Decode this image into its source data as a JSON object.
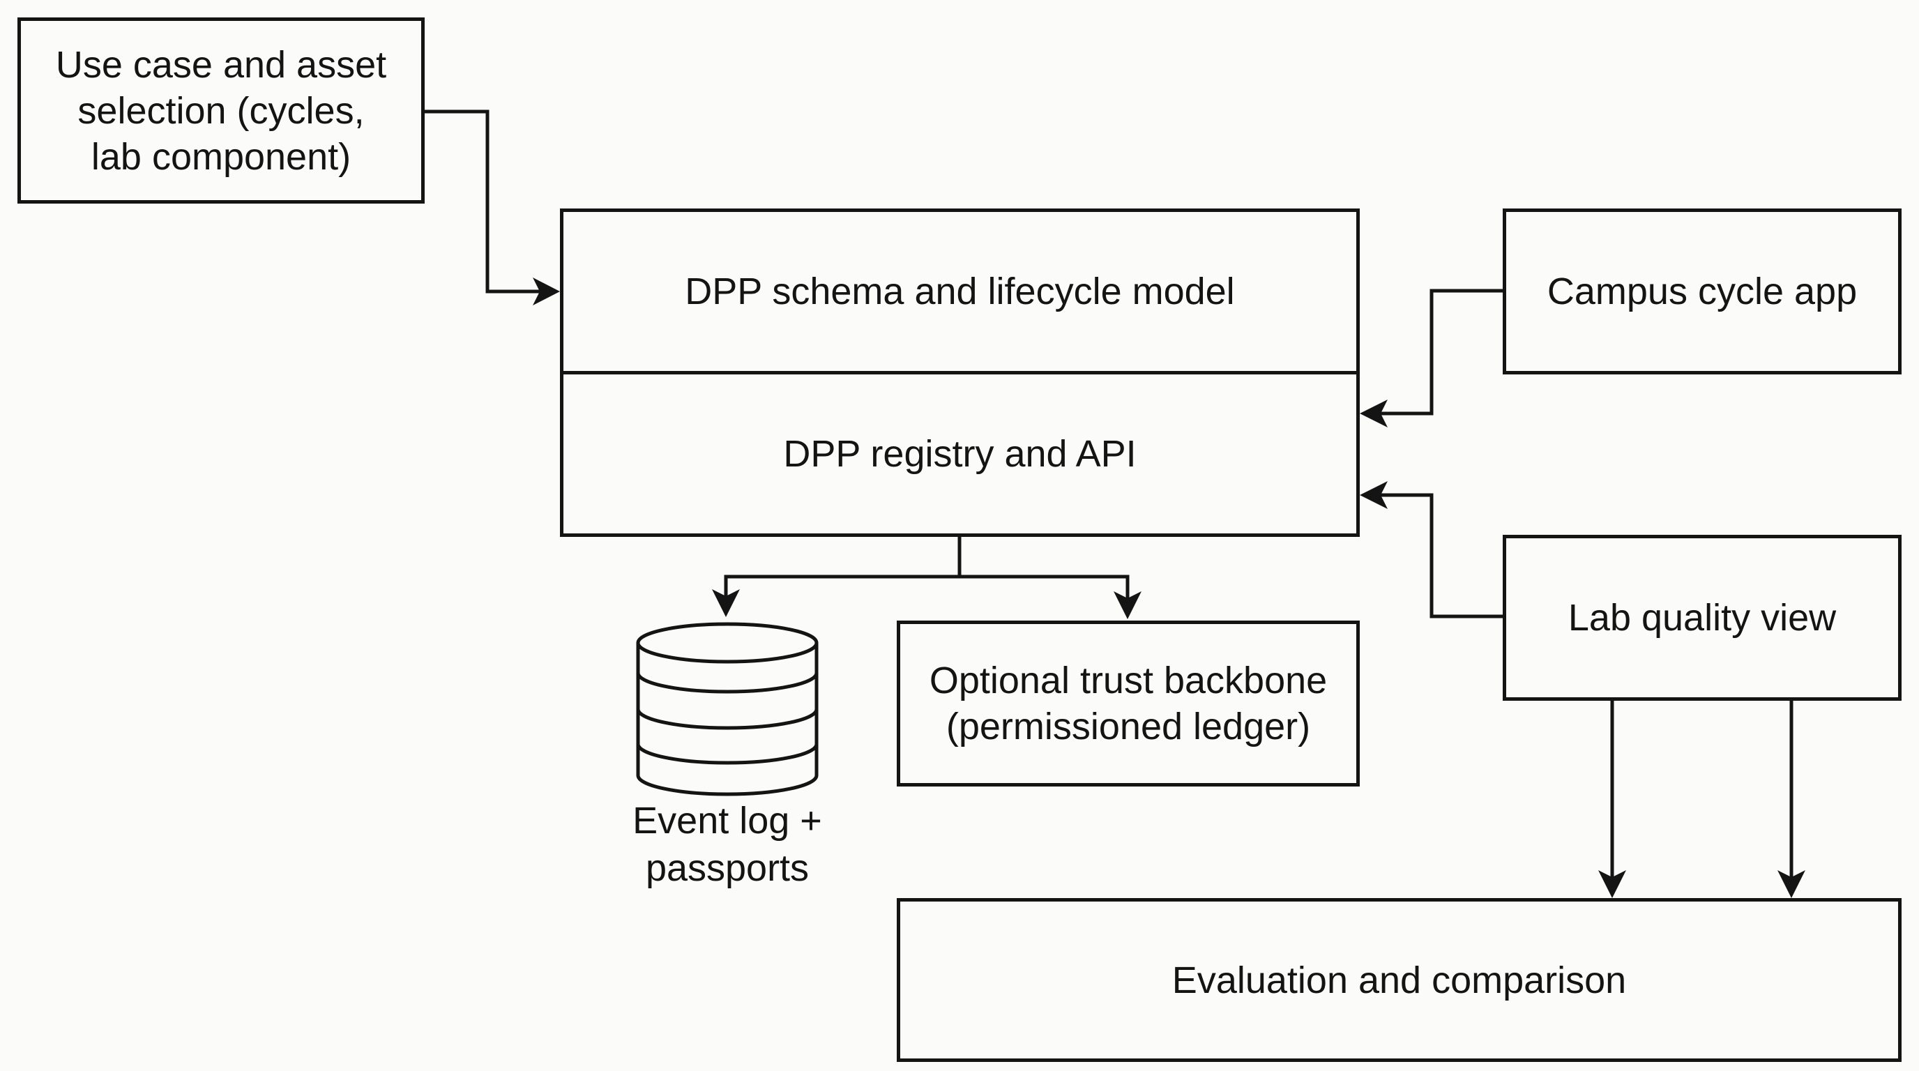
{
  "diagram": {
    "nodes": {
      "use_case": {
        "label": "Use case and asset\nselection (cycles,\nlab component)"
      },
      "schema": {
        "label": "DPP schema and lifecycle model"
      },
      "registry": {
        "label": "DPP registry and API"
      },
      "campus_app": {
        "label": "Campus cycle app"
      },
      "lab_view": {
        "label": "Lab quality view"
      },
      "event_log": {
        "label": "Event log +\npassports",
        "icon": "database-icon"
      },
      "trust": {
        "label": "Optional trust backbone\n(permissioned ledger)"
      },
      "evaluation": {
        "label": "Evaluation and comparison"
      }
    },
    "edges": [
      {
        "from": "use_case",
        "to": "schema"
      },
      {
        "from": "campus_app",
        "to": "registry"
      },
      {
        "from": "lab_view",
        "to": "registry"
      },
      {
        "from": "registry",
        "to": "event_log"
      },
      {
        "from": "registry",
        "to": "trust"
      },
      {
        "from": "lab_view",
        "to": "evaluation"
      },
      {
        "from": "lab_view",
        "to": "evaluation"
      }
    ]
  }
}
